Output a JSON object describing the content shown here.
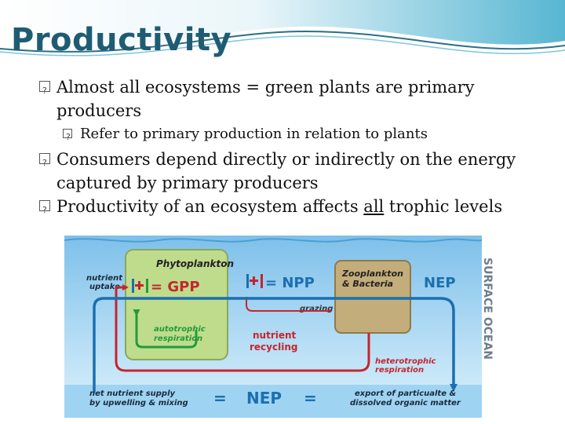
{
  "slide": {
    "title": "Productivity",
    "bullets": [
      {
        "text": "Almost all ecosystems = green plants are primary producers"
      },
      {
        "text": "Refer to primary production in relation to plants"
      },
      {
        "text": "Consumers depend directly or indirectly on the energy captured by primary producers"
      },
      {
        "pre": "Productivity of an ecosystem affects ",
        "underlined": "all",
        "post": " trophic levels"
      }
    ]
  },
  "diagram": {
    "phytoplankton": "Phytoplankton",
    "gpp": "= GPP",
    "npp": "= NPP",
    "nep_top": "NEP",
    "zooplankton_line1": "Zooplankton",
    "zooplankton_line2": "& Bacteria",
    "nutrient_uptake_line1": "nutrient",
    "nutrient_uptake_line2": "uptake",
    "grazing": "grazing",
    "autotrophic_line1": "autotrophic",
    "autotrophic_line2": "respiration",
    "nutrient_recycling_line1": "nutrient",
    "nutrient_recycling_line2": "recycling",
    "heterotrophic_line1": "heterotrophic",
    "heterotrophic_line2": "respiration",
    "surface_ocean": "SURFACE OCEAN",
    "net_supply_line1": "net nutrient supply",
    "net_supply_line2": "by upwelling & mixing",
    "equals": "=",
    "nep_bottom": "NEP",
    "export_line1": "export of particualte &",
    "export_line2": "dissolved organic matter",
    "colors": {
      "water_top": "#7ec0ea",
      "water_bottom": "#bde1f7",
      "phyto_fill": "#bfdc8c",
      "phyto_border": "#8aa85a",
      "zoo_fill": "#c3ad7a",
      "zoo_border": "#8e7a4a",
      "red": "#c4262e",
      "blue": "#1b6fb0",
      "green": "#239b3a",
      "title": "#1f5c73"
    }
  }
}
